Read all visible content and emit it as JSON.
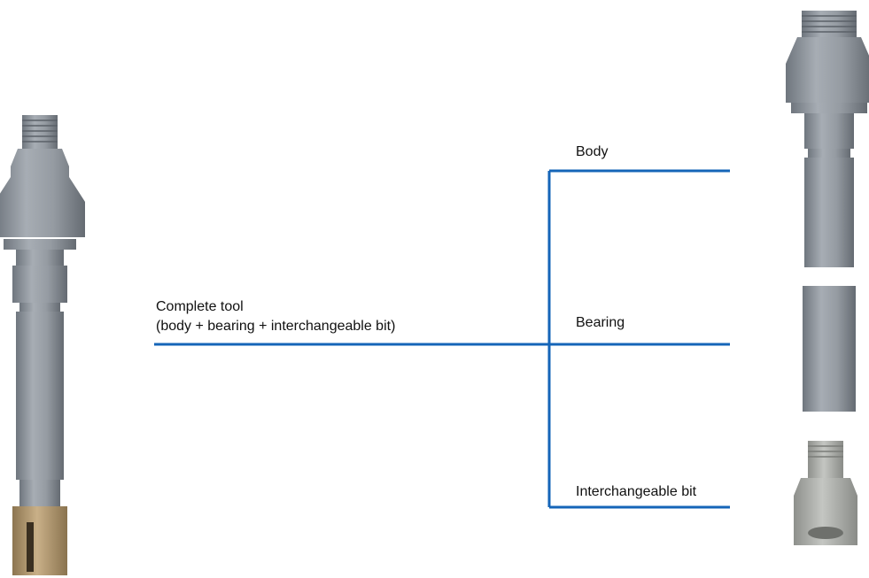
{
  "main_label": {
    "line1": "Complete tool",
    "line2": "(body + bearing + interchangeable bit)"
  },
  "parts": [
    {
      "label": "Body"
    },
    {
      "label": "Bearing"
    },
    {
      "label": "Interchangeable bit"
    }
  ],
  "colors": {
    "connector": "#1565b8",
    "steel": "#8d949c",
    "diamond": "#b59a6b",
    "bit_metal": "#a8aaa6"
  }
}
